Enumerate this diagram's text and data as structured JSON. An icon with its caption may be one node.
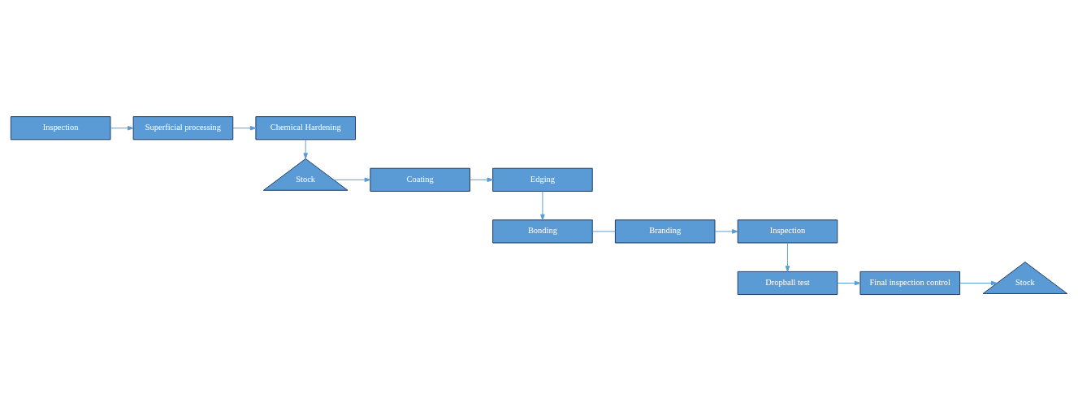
{
  "diagram": {
    "nodes": [
      {
        "text": [
          "Inspection"
        ]
      },
      {
        "text": [
          "Superficial processing"
        ]
      },
      {
        "text": [
          "Chemical Hardening"
        ]
      },
      {
        "text": [
          "Stock"
        ]
      },
      {
        "text": [
          "Coating"
        ]
      },
      {
        "text": [
          "Edging"
        ]
      },
      {
        "text": [
          "Bonding"
        ]
      },
      {
        "text": [
          "Branding"
        ]
      },
      {
        "text": [
          "Inspection"
        ]
      },
      {
        "text": [
          "Dropball test"
        ]
      },
      {
        "text": [
          "Final inspection control"
        ]
      },
      {
        "text": [
          "Stock"
        ]
      }
    ],
    "edges": [
      {
        "from": 0,
        "to": 1,
        "arrow": "to"
      },
      {
        "from": 1,
        "to": 2,
        "arrow": "to"
      },
      {
        "from": 2,
        "to": 3,
        "arrow": "to"
      },
      {
        "from": 3,
        "to": 4,
        "arrow": "to"
      },
      {
        "from": 4,
        "to": 5,
        "arrow": "to"
      },
      {
        "from": 5,
        "to": 6,
        "arrow": "to"
      },
      {
        "from": 6,
        "to": 7,
        "arrow": "none"
      },
      {
        "from": 7,
        "to": 8,
        "arrow": "to"
      },
      {
        "from": 8,
        "to": 9,
        "arrow": "to"
      },
      {
        "from": 9,
        "to": 10,
        "arrow": "to"
      },
      {
        "from": 10,
        "to": 11,
        "arrow": "to"
      }
    ]
  }
}
